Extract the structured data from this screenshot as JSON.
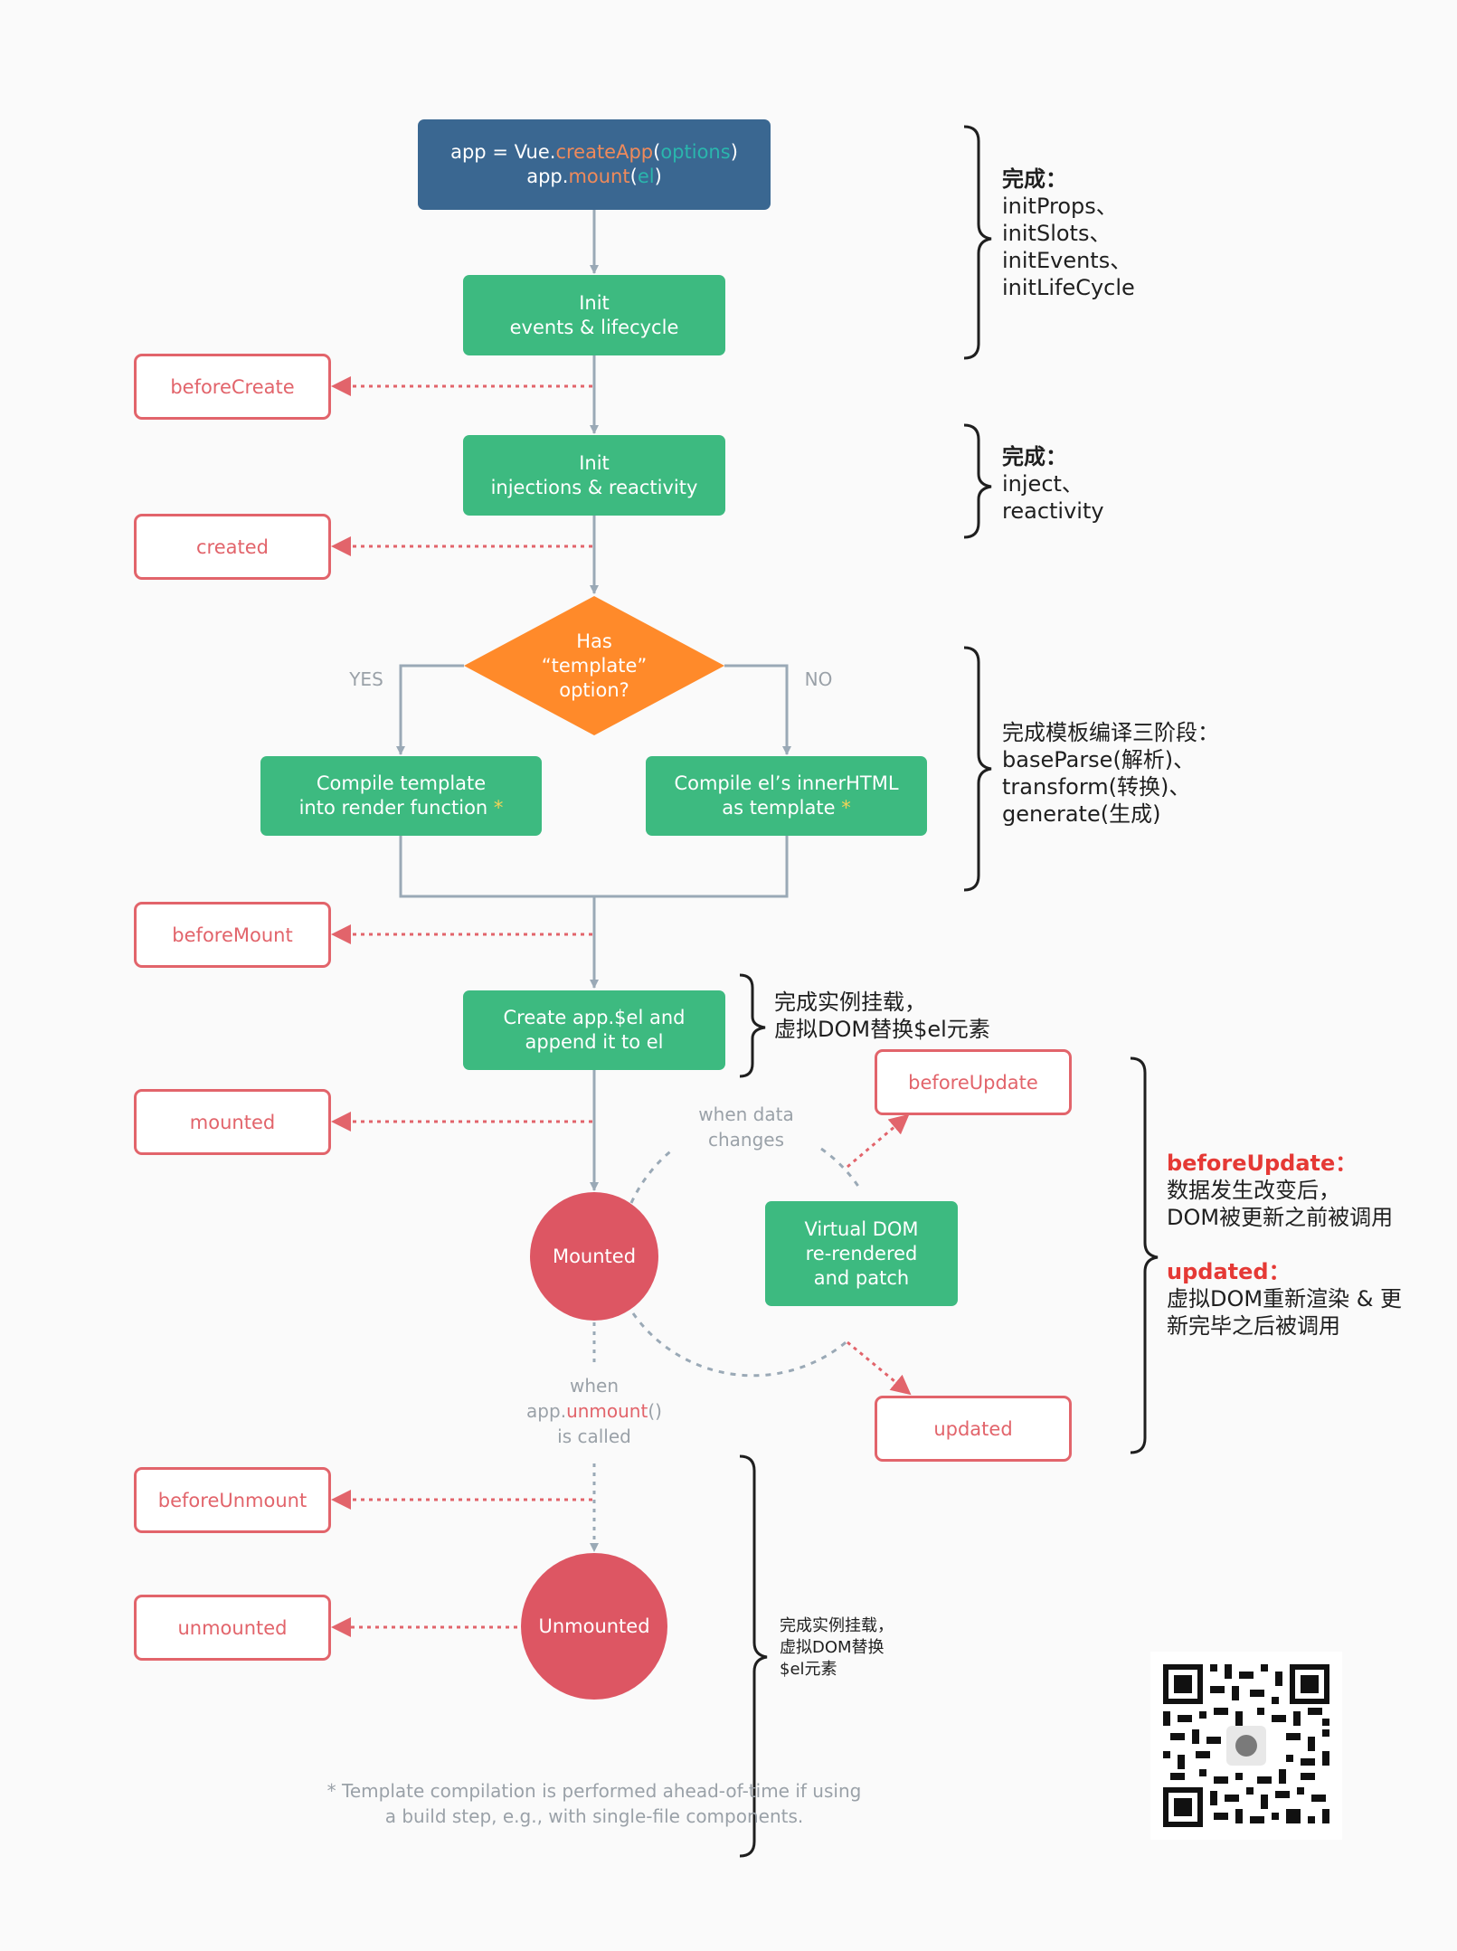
{
  "start_node": {
    "line1": {
      "a": "app = Vue.",
      "b": "createApp",
      "c": "(",
      "d": "options",
      "e": ")"
    },
    "line2": {
      "a": "app.",
      "b": "mount",
      "c": "(",
      "d": "el",
      "e": ")"
    }
  },
  "steps": {
    "init_events": [
      "Init",
      "events & lifecycle"
    ],
    "init_injections": [
      "Init",
      "injections & reactivity"
    ],
    "decision": [
      "Has",
      "“template”",
      "option?"
    ],
    "compile_template": [
      "Compile template",
      "into render function"
    ],
    "compile_el": [
      "Compile el’s innerHTML",
      "as template"
    ],
    "create_el": [
      "Create app.$el and",
      "append it to el"
    ],
    "virtual_dom": [
      "Virtual DOM",
      "re-rendered",
      "and patch"
    ],
    "star": "*"
  },
  "branch_labels": {
    "yes": "YES",
    "no": "NO"
  },
  "hooks": {
    "before_create": "beforeCreate",
    "created": "created",
    "before_mount": "beforeMount",
    "mounted": "mounted",
    "before_update": "beforeUpdate",
    "updated": "updated",
    "before_unmount": "beforeUnmount",
    "unmounted": "unmounted"
  },
  "states": {
    "mounted": "Mounted",
    "unmounted": "Unmounted"
  },
  "loop_label": [
    "when data",
    "changes"
  ],
  "unmount_label": {
    "l1": "when",
    "l2a": "app.",
    "l2b": "unmount",
    "l2c": "()",
    "l3": "is called"
  },
  "footnote": [
    "* Template compilation is performed ahead-of-time if using",
    "a build step, e.g., with single-file components."
  ],
  "annotations": {
    "init_done": {
      "title": "完成：",
      "lines": [
        "initProps、",
        "initSlots、",
        "initEvents、",
        "initLifeCycle"
      ]
    },
    "inject_done": {
      "title": "完成：",
      "lines": [
        "inject、",
        "reactivity"
      ]
    },
    "compile_done": {
      "lines": [
        "完成模板编译三阶段：",
        "baseParse(解析)、",
        "transform(转换)、",
        "generate(生成)"
      ]
    },
    "mount_done": {
      "lines": [
        "完成实例挂载，",
        "虚拟DOM替换$el元素"
      ]
    },
    "update_notes": {
      "before_update_title": "beforeUpdate：",
      "before_update_lines": [
        "数据发生改变后，",
        "DOM被更新之前被调用"
      ],
      "updated_title": "updated：",
      "updated_lines": [
        "虚拟DOM重新渲染 & 更",
        "新完毕之后被调用"
      ]
    },
    "unmount_done": {
      "lines": [
        "完成实例挂载，",
        "虚拟DOM替换",
        "$el元素"
      ]
    }
  },
  "colors": {
    "blue": "#3a6791",
    "green": "#3dba80",
    "orange": "#ff8a2a",
    "hook_red": "#e2646b",
    "state_red": "#dd5663",
    "connector": "#9aa9b6"
  }
}
